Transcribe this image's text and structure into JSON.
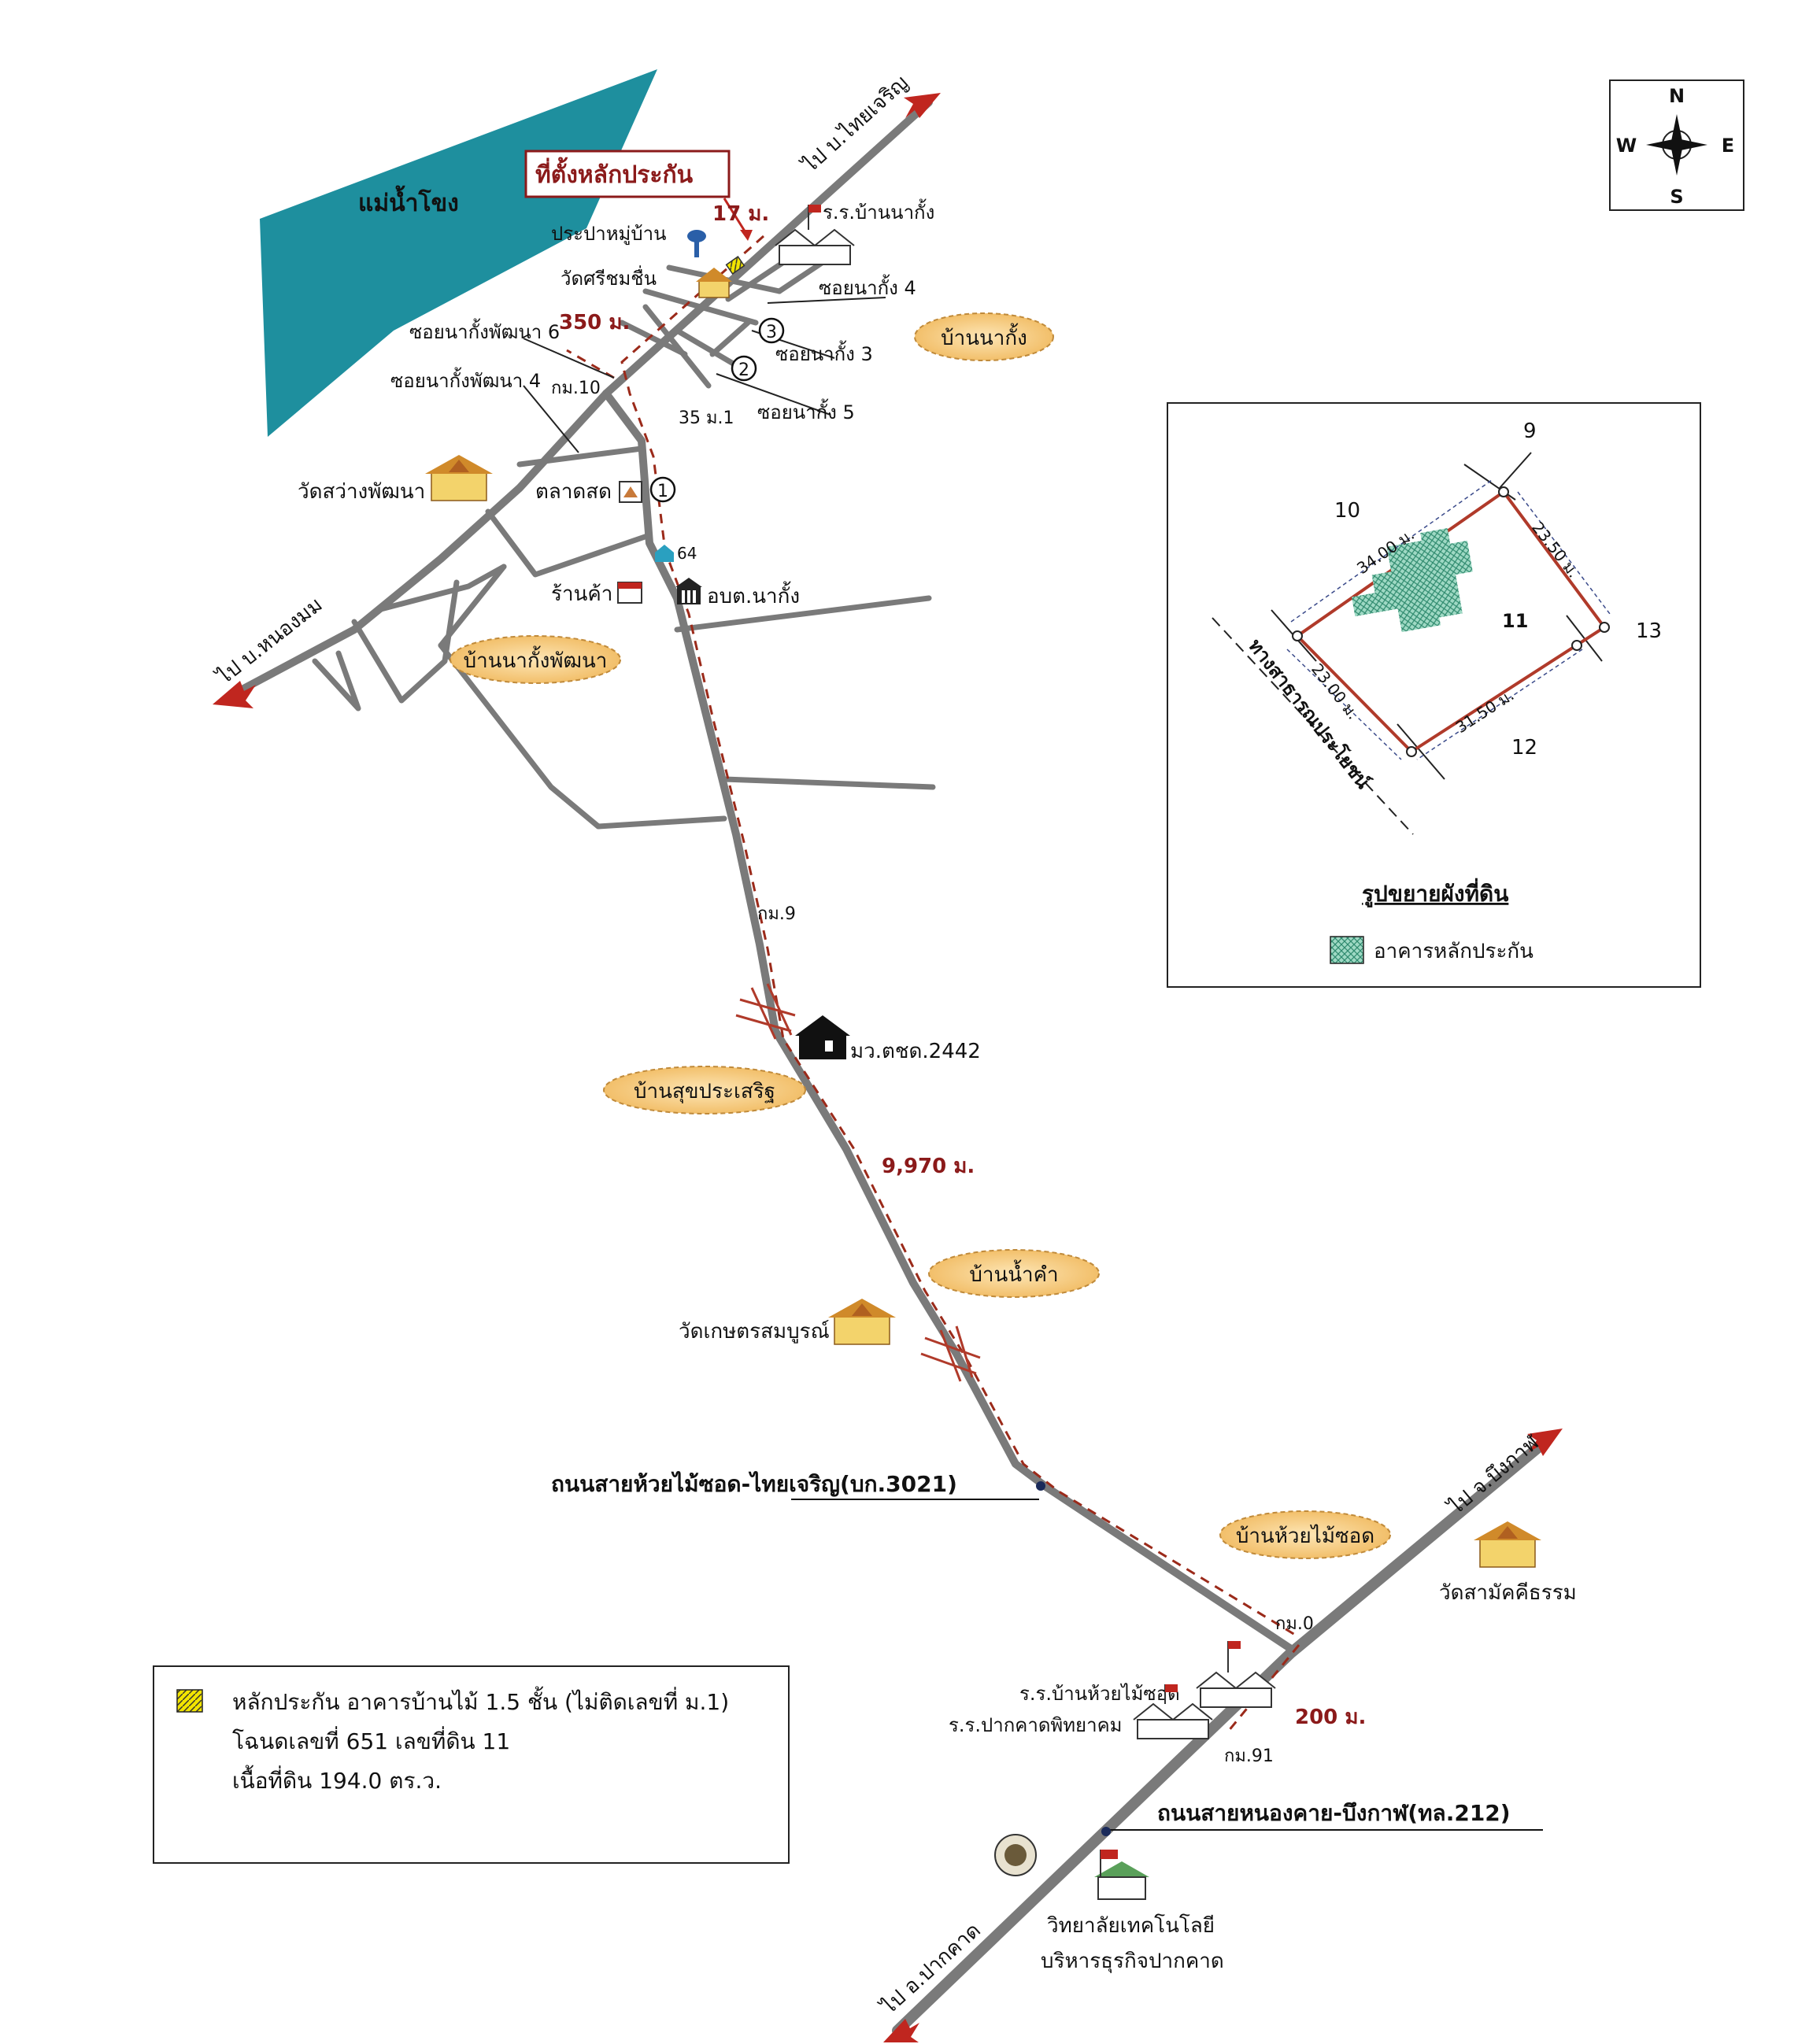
{
  "river": {
    "label": "แม่น้ำโขง",
    "color": "#1e8f9e"
  },
  "title_box": {
    "label": "ที่ตั้งหลักประกัน"
  },
  "compass": {
    "n": "N",
    "s": "S",
    "e": "E",
    "w": "W"
  },
  "roads": {
    "to_thaicharoen": "ไป บ.ไทยเจริญ",
    "to_nongmom": "ไป บ.หนองมม",
    "to_bueng_kan": "ไป จ.บึงกาฬ",
    "to_pak_khat": "ไป อ.ปากคาด",
    "main_road": "ถนนสายห้วยไม้ซอด-ไทยเจริญ(บก.3021)",
    "highway": "ถนนสายหนองคาย-บึงกาฬ(ทล.212)"
  },
  "villages": {
    "na_kang": "บ้านนากั้ง",
    "na_kang_phatthana": "บ้านนากั้งพัฒนา",
    "suk_prasert": "บ้านสุขประเสริฐ",
    "nam_kham": "บ้านน้ำคำ",
    "huai_mai_sot": "บ้านห้วยไม้ซอด"
  },
  "sois": {
    "soi4": "ซอยนากั้ง 4",
    "soi3": "ซอยนากั้ง 3",
    "soi5": "ซอยนากั้ง 5",
    "phatthana6": "ซอยนากั้งพัฒนา 6",
    "phatthana4": "ซอยนากั้งพัฒนา 4"
  },
  "landmarks": {
    "school_na_kang": "ร.ร.บ้านนากั้ง",
    "water_supply": "ประปาหมู่บ้าน",
    "wat_sri_chom": "วัดศรีชมชื่น",
    "wat_sawang": "วัดสว่างพัฒนา",
    "market": "ตลาดสด",
    "shop": "ร้านค้า",
    "sao": "อบต.นากั้ง",
    "house64": "64",
    "mor_wor": "มว.ตชด.2442",
    "wat_kaset": "วัดเกษตรสมบูรณ์",
    "wat_samakkhi": "วัดสามัคคีธรรม",
    "school_huai": "ร.ร.บ้านห้วยไม้ซอด",
    "school_pakkhat": "ร.ร.ปากคาดพิทยาคม",
    "college_1": "วิทยาลัยเทคโนโลยี",
    "college_2": "บริหารธุรกิจปากคาด"
  },
  "markers": {
    "m1": "1",
    "m2": "2",
    "m3": "3"
  },
  "distances": {
    "d17": "17 ม.",
    "d350": "350 ม.",
    "d35": "35 ม.1",
    "d9970": "9,970 ม.",
    "d200": "200 ม."
  },
  "km_posts": {
    "km10": "กม.10",
    "km9": "กม.9",
    "km0": "กม.0",
    "km91": "กม.91"
  },
  "inset": {
    "title": "รูปขยายผังที่ดิน",
    "legend_building": "อาคารหลักประกัน",
    "parcel_center": "11",
    "n9": "9",
    "n10": "10",
    "n12": "12",
    "n13": "13",
    "side_top": "34.00 ม.",
    "side_right": "23.50 ม.",
    "side_bottom": "31.50 ม.",
    "side_left": "23.00 ม.",
    "public_way": "ทางสาธารณประโยชน์",
    "parcel_color": "#b03a2a",
    "building_color": "#3aa88a"
  },
  "legend_box": {
    "line1": "หลักประกัน อาคารบ้านไม้ 1.5 ชั้น (ไม่ติดเลขที่ ม.1)",
    "line2": "โฉนดเลขที่ 651 เลขที่ดิน 11",
    "line3": "เนื้อที่ดิน 194.0 ตร.ว.",
    "swatch_color": "#f2e500"
  }
}
